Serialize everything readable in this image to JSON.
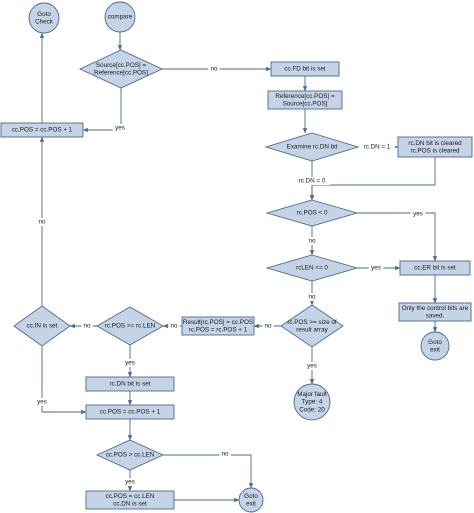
{
  "nodes": {
    "goto_check": [
      "Goto",
      "Check"
    ],
    "compare": [
      "compare"
    ],
    "d_source_eq_ref": [
      "Source[cc.POS] =",
      "Reference[cc.POS]"
    ],
    "fd_set": [
      "cc.FD bit is set"
    ],
    "ref_eq_source": [
      "Reference[cc.POS] =",
      "Source[cc.POS]"
    ],
    "pos_inc_top": [
      "cc.POS = cc.POS + 1"
    ],
    "d_examine_dn": [
      "Examine rc.DN bit"
    ],
    "dn_cleared": [
      "rc.DN bit is cleared",
      "rc.POS is cleared"
    ],
    "d_pos_lt0": [
      "rc.POS < 0"
    ],
    "d_len_le0": [
      "rcLEN <= 0"
    ],
    "er_set": [
      "cc.ER bit is set"
    ],
    "ctrl_saved": [
      "Only the control bits are",
      "saved."
    ],
    "goto_exit_right": [
      "Goto",
      "exit"
    ],
    "d_pos_ge_size": [
      "rc.POS >= size of",
      "result array"
    ],
    "result_box": [
      "Result[rc.POS] = cc.POS",
      "rc.POS = rc.POS + 1"
    ],
    "d_pos_ge_len": [
      "rc.POS >= rc.LEN"
    ],
    "d_in_set": [
      "cc.IN is set"
    ],
    "major_fault": [
      "Major fault",
      "Type: 4",
      "Code: 20"
    ],
    "rdn_set": [
      "rc.DN bit is set"
    ],
    "pos_inc_bottom": [
      "cc.POS = cc.POS + 1"
    ],
    "d_pos_gt_len": [
      "cc.POS > cc.LEN"
    ],
    "pos_eq_len": [
      "cc.POS = cc.LEN",
      "cc.DN is set"
    ],
    "goto_exit_bottom": [
      "Goto",
      "exit"
    ]
  },
  "edge_labels": {
    "no_to_fd": "no",
    "yes_to_inc_top": "yes",
    "no_up_left": "no",
    "dn_eq_1": "rc.DN = 1",
    "dn_eq_0": "rc.DN = 0",
    "yes_pos_lt0": "yes",
    "no_pos_lt0": "no",
    "yes_len_le0": "yes",
    "no_len_le0": "no",
    "no_size": "no",
    "yes_size": "yes",
    "no_ge_len": "no",
    "no_in_set": "no",
    "yes_ge_len": "yes",
    "yes_in_set": "yes",
    "no_gt_len": "no",
    "yes_gt_len": "yes"
  }
}
